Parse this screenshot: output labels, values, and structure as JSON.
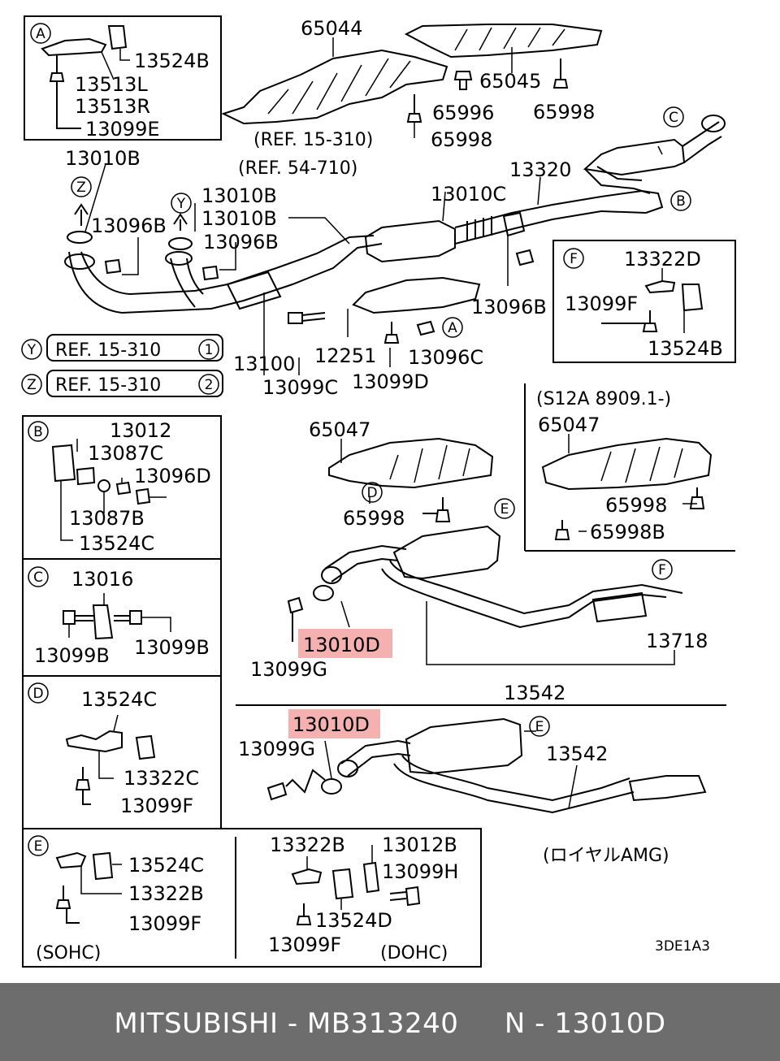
{
  "parts": {
    "p65044": "65044",
    "p65045": "65045",
    "p65996": "65996",
    "p65998_a": "65998",
    "p65998_b": "65998",
    "p13320": "13320",
    "p13010C": "13010C",
    "p13010B_a": "13010B",
    "p13010B_b": "13010B",
    "p13010B_c": "13010B",
    "p13096B_a": "13096B",
    "p13096B_b": "13096B",
    "p13096B_c": "13096B",
    "p13100": "13100",
    "p12251": "12251",
    "p13096C": "13096C",
    "p13099C": "13099C",
    "p13099D": "13099D",
    "p65047_a": "65047",
    "p65047_b": "65047",
    "p65998_c": "65998",
    "p65998_d": "65998",
    "p65998B": "65998B",
    "p13010D_a": "13010D",
    "p13010D_b": "13010D",
    "p13099G_a": "13099G",
    "p13099G_b": "13099G",
    "p13542_a": "13542",
    "p13542_b": "13542",
    "p13718": "13718"
  },
  "refs": {
    "ref_15_310": "(REF. 15-310)",
    "ref_54_710": "(REF. 54-710)",
    "y_ref": "REF. 15-310",
    "z_ref": "REF. 15-310",
    "s12a": "(S12A 8909.1-)",
    "royal_amg": "(ロイヤルAMG)",
    "code": "3DE1A3"
  },
  "markers": {
    "A": "A",
    "B": "B",
    "C": "C",
    "D": "D",
    "E": "E",
    "F": "F",
    "Y": "Y",
    "Z": "Z",
    "one": "1",
    "two": "2"
  },
  "box_a": {
    "parts": [
      "13524B",
      "13513L",
      "13513R",
      "13099E"
    ]
  },
  "box_f": {
    "parts": [
      "13322D",
      "13099F",
      "13524B"
    ]
  },
  "box_b": {
    "parts": [
      "13012",
      "13087C",
      "13096D",
      "13087B",
      "13524C"
    ]
  },
  "box_c": {
    "parts": [
      "13016",
      "13099B",
      "13099B"
    ]
  },
  "box_d": {
    "parts": [
      "13524C",
      "13322C",
      "13099F"
    ]
  },
  "box_e": {
    "sohc_parts": [
      "13524C",
      "13322B",
      "13099F"
    ],
    "dohc_parts": [
      "13322B",
      "13012B",
      "13099H",
      "13524D",
      "13099F"
    ],
    "sohc_label": "(SOHC)",
    "dohc_label": "(DOHC)"
  },
  "footer": {
    "brand": "MITSUBISHI",
    "sep1": " - ",
    "part_number": "MB313240",
    "gap": "     ",
    "n_label": "N",
    "sep2": " - ",
    "n_code": "13010D"
  },
  "colors": {
    "highlight": "#f4a7a7",
    "footer_bg": "#6d6d6d"
  }
}
